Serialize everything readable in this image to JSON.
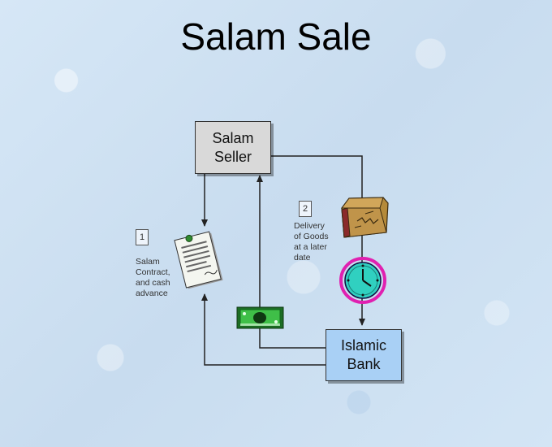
{
  "title": "Salam Sale",
  "nodes": {
    "seller": {
      "line1": "Salam",
      "line2": "Seller"
    },
    "bank": {
      "line1": "Islamic",
      "line2": "Bank"
    }
  },
  "steps": [
    {
      "number": "1",
      "lines": [
        "Salam",
        "Contract,",
        "and cash",
        "advance"
      ]
    },
    {
      "number": "2",
      "lines": [
        "Delivery",
        "of Goods",
        "at a later",
        "date"
      ]
    }
  ],
  "icons": {
    "contract": "contract-document-icon",
    "money": "cash-banknote-icon",
    "goods": "goods-package-icon",
    "clock": "clock-icon"
  },
  "colors": {
    "seller_box": "#d9d9d9",
    "bank_box": "#a9d0f5",
    "clock_ring": "#e020b0",
    "clock_face": "#30d0c0",
    "banknote": "#2fae3a"
  }
}
